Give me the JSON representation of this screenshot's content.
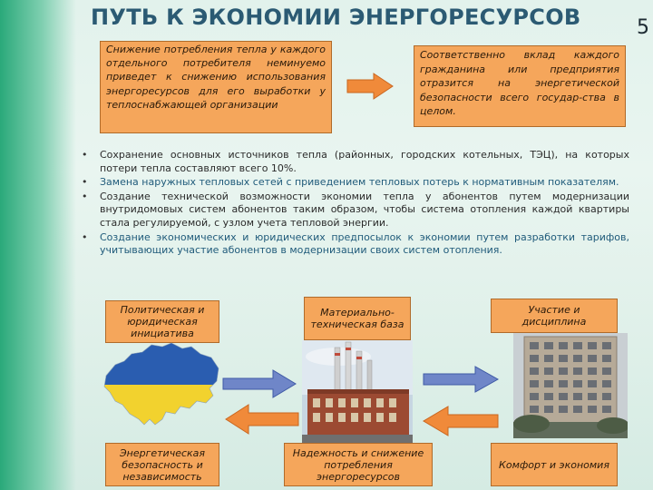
{
  "slide": {
    "title": "ПУТЬ К ЭКОНОМИИ ЭНЕРГОРЕСУРСОВ",
    "number": "5"
  },
  "top_boxes": {
    "left_text": "Снижение потребления тепла у каждого отдельного потребителя неминуемо приведет к снижению использования энергоресурсов для его выработки у теплоснабжающей организации",
    "right_text": "Соответственно вклад каждого гражданина или предприятия отразится на энергетической безопасности всего государ-ства в целом."
  },
  "bullets": [
    {
      "text": "Сохранение основных источников тепла (районных, городских котельных, ТЭЦ), на которых потери тепла составляют всего 10%.",
      "style": "dark"
    },
    {
      "text": "Замена наружных тепловых сетей с приведением тепловых потерь к нормативным показателям.",
      "style": "blue"
    },
    {
      "text": "Создание технической возможности экономии тепла у абонентов путем модернизации внутридомовых систем абонентов таким образом, чтобы система отопления каждой квартиры стала регулируемой, с узлом учета тепловой энергии.",
      "style": "dark"
    },
    {
      "text": "Создание экономических и юридических предпосылок к экономии путем разработки тарифов, учитывающих участие абонентов в модернизации своих систем отопления.",
      "style": "blue"
    }
  ],
  "flow_boxes": {
    "political": "Политическая и юридическая инициатива",
    "material": "Материально-техническая база",
    "participation": "Участие и дисциплина",
    "energy_security": "Энергетическая безопасность и независимость",
    "reliability": "Надежность и снижение потребления энергоресурсов",
    "comfort": "Комфорт и экономия"
  },
  "colors": {
    "box_fill": "#f5a65b",
    "arrow_fill": "#f08a3a",
    "title": "#2b5a73",
    "accent_green": "#2aa97a",
    "ukraine_blue": "#2a5db0",
    "ukraine_yellow": "#f2d22e"
  }
}
